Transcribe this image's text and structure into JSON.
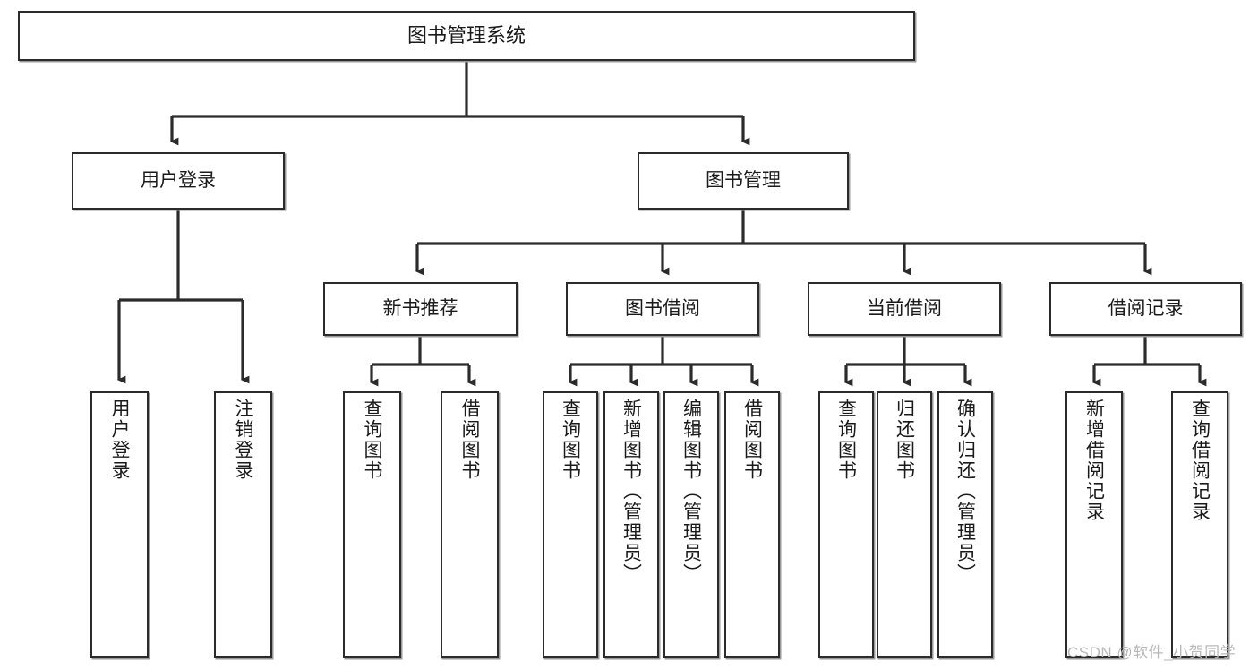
{
  "diagram": {
    "title": "图书管理系统",
    "type": "tree-hierarchy",
    "colors": {
      "background": "#ffffff",
      "node_border": "#2b2b2b",
      "node_fill": "#ffffff",
      "edge": "#2b2b2b",
      "shadow": "#9a9a9a",
      "watermark": "#b9b9b9"
    },
    "root": {
      "label": "图书管理系统"
    },
    "level2": [
      {
        "id": "user-login",
        "label": "用户登录"
      },
      {
        "id": "book-manage",
        "label": "图书管理"
      }
    ],
    "level3": [
      {
        "id": "new-book-recommend",
        "label": "新书推荐"
      },
      {
        "id": "book-borrow",
        "label": "图书借阅"
      },
      {
        "id": "current-borrow",
        "label": "当前借阅"
      },
      {
        "id": "borrow-record",
        "label": "借阅记录"
      }
    ],
    "leaves": {
      "user_login": [
        {
          "id": "leaf-user-login",
          "label": "用户登录"
        },
        {
          "id": "leaf-logout",
          "label": "注销登录"
        }
      ],
      "new_book_recommend": [
        {
          "id": "leaf-query-book-1",
          "label": "查询图书"
        },
        {
          "id": "leaf-borrow-book-1",
          "label": "借阅图书"
        }
      ],
      "book_borrow": [
        {
          "id": "leaf-query-book-2",
          "label": "查询图书"
        },
        {
          "id": "leaf-add-book",
          "label": "新增图书（管理员）"
        },
        {
          "id": "leaf-edit-book",
          "label": "编辑图书（管理员）"
        },
        {
          "id": "leaf-borrow-book-2",
          "label": "借阅图书"
        }
      ],
      "current_borrow": [
        {
          "id": "leaf-query-book-3",
          "label": "查询图书"
        },
        {
          "id": "leaf-return-book",
          "label": "归还图书"
        },
        {
          "id": "leaf-confirm-return",
          "label": "确认归还（管理员）"
        }
      ],
      "borrow_record": [
        {
          "id": "leaf-add-record",
          "label": "新增借阅记录"
        },
        {
          "id": "leaf-query-record",
          "label": "查询借阅记录"
        }
      ]
    },
    "watermark": "CSDN @软件_小贺同学"
  }
}
